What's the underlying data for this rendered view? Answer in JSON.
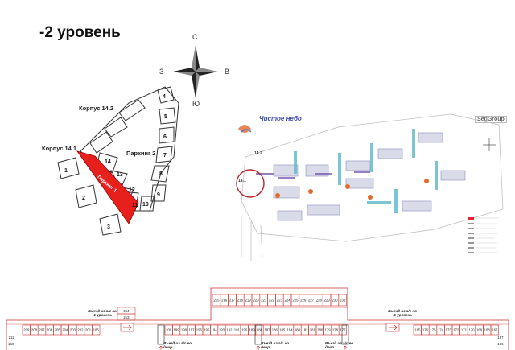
{
  "title": "-2 уровень",
  "compass": {
    "north": "С",
    "south": "Ю",
    "west": "З",
    "east": "В"
  },
  "scheme": {
    "korpus_142": "Корпус 14.2",
    "korpus_141": "Корпус 14.1",
    "parking2": "Паркинг 2",
    "parking1": "Паркинг 1",
    "sections": [
      "1",
      "2",
      "3",
      "4",
      "5",
      "6",
      "7",
      "8",
      "9",
      "10",
      "11",
      "12",
      "13",
      "14"
    ],
    "highlight_color": "#e8201d"
  },
  "masterplan": {
    "brand": "Чистое небо",
    "developer": "SetlGroup",
    "label_141": "14.1",
    "label_142": "14.2"
  },
  "plan": {
    "top_spots": [
      "215",
      "216",
      "217",
      "218",
      "219",
      "220",
      "221",
      "222",
      "223",
      "224",
      "225",
      "226",
      "227",
      "228",
      "229",
      "230",
      "231"
    ],
    "left_spots": [
      "209",
      "208",
      "207",
      "206",
      "205",
      "204",
      "203",
      "202",
      "201",
      "185"
    ],
    "mid_spots": [
      "200",
      "199",
      "198",
      "197",
      "196",
      "195",
      "194",
      "193",
      "192",
      "191",
      "190",
      "189",
      "188",
      "187",
      "186",
      "185",
      "184",
      "183",
      "182",
      "181",
      "180",
      "179",
      "178",
      "177"
    ],
    "right_spots": [
      "165",
      "176",
      "175",
      "174",
      "173",
      "172",
      "171",
      "170",
      "169",
      "168",
      "167"
    ],
    "left_small": [
      "214",
      "213"
    ],
    "edge_left": [
      "211",
      "210"
    ],
    "edge_right": [
      "167",
      "166"
    ],
    "exit_left": "Выезд из а/с на -1 уровень",
    "exit_right": "Выезд из а/с на -1 уровень",
    "entry_1": "Въезд из а/с во двор",
    "entry_2": "Въезд из а/с во двор",
    "entry_3": "Въезд из а/с во двор"
  }
}
